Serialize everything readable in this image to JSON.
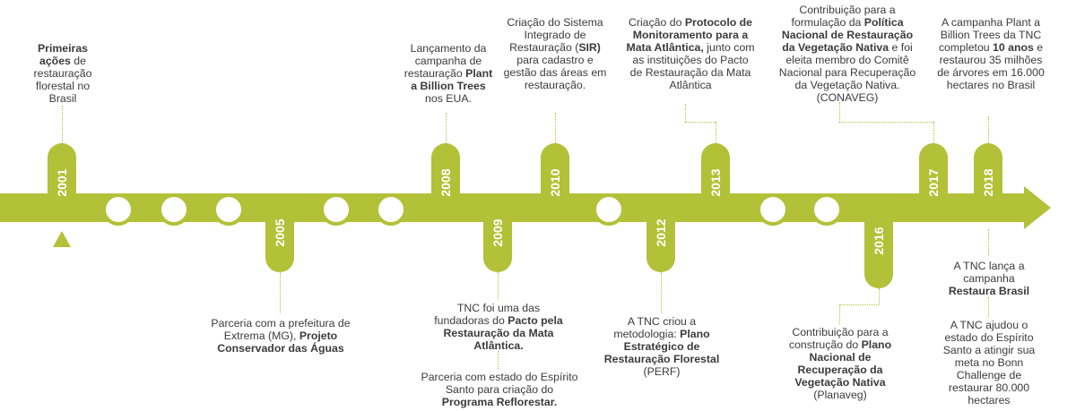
{
  "timeline": {
    "colors": {
      "accent": "#b3c138",
      "text": "#3b3b3b",
      "background": "#ffffff"
    },
    "milestones": [
      {
        "year": "2001",
        "segments": [
          [
            "Primeiras ações",
            true
          ],
          [
            " de restauração florestal no Brasil",
            false
          ]
        ]
      },
      {
        "year": "2005",
        "segments": [
          [
            "Parceria com a prefeitura de Extrema (MG), ",
            false
          ],
          [
            "Projeto Conservador das Águas",
            true
          ]
        ]
      },
      {
        "year": "2008",
        "segments": [
          [
            "Lançamento da campanha de restauração ",
            false
          ],
          [
            "Plant a Billion Trees",
            true
          ],
          [
            " nos EUA.",
            false
          ]
        ]
      },
      {
        "year": "2009",
        "segments": [
          [
            "TNC foi uma das fundadoras do ",
            false
          ],
          [
            "Pacto pela Restauração da Mata Atlântica.",
            true
          ]
        ],
        "segments2": [
          [
            "Parceria com estado do Espírito Santo para criação do ",
            false
          ],
          [
            "Programa Reflorestar.",
            true
          ]
        ]
      },
      {
        "year": "2010",
        "segments": [
          [
            "Criação do Sistema Integrado de Restauração (",
            false
          ],
          [
            "SIR)",
            true
          ],
          [
            " para cadastro e gestão das áreas em restauração.",
            false
          ]
        ]
      },
      {
        "year": "2012",
        "segments": [
          [
            "A TNC criou a metodologia: ",
            false
          ],
          [
            "Plano Estratégico de Restauração Florestal",
            true
          ],
          [
            " (PERF)",
            false
          ]
        ]
      },
      {
        "year": "2013",
        "segments": [
          [
            "Criação do ",
            false
          ],
          [
            "Protocolo de Monitoramento para a Mata Atlântica,",
            true
          ],
          [
            " junto com as instituições do Pacto de Restauração da Mata Atlântica",
            false
          ]
        ]
      },
      {
        "year": "2016",
        "segments": [
          [
            "Contribuição para a construção do ",
            false
          ],
          [
            "Plano Nacional de Recuperação da Vegetação Nativa",
            true
          ],
          [
            " (Planaveg)",
            false
          ]
        ]
      },
      {
        "year": "2017",
        "segments": [
          [
            "Contribuição para a formulação da ",
            false
          ],
          [
            "Política Nacional de Restauração da Vegetação Nativa",
            true
          ],
          [
            " e foi eleita membro do Comitê Nacional para Recuperação da Vegetação Nativa. (CONAVEG)",
            false
          ]
        ]
      },
      {
        "year": "2018",
        "segments": [
          [
            "A campanha Plant a Billion Trees da TNC completou ",
            false
          ],
          [
            "10 anos",
            true
          ],
          [
            " e restaurou 35 milhões de árvores em 16.000 hectares no Brasil",
            false
          ]
        ],
        "segments2": [
          [
            "A TNC lança a campanha ",
            false
          ],
          [
            "Restaura Brasil",
            true
          ]
        ],
        "segments3": [
          [
            "A TNC ajudou o estado do Espírito Santo a atingir sua meta no Bonn Challenge de restaurar 80.000 hectares",
            false
          ]
        ]
      }
    ]
  }
}
